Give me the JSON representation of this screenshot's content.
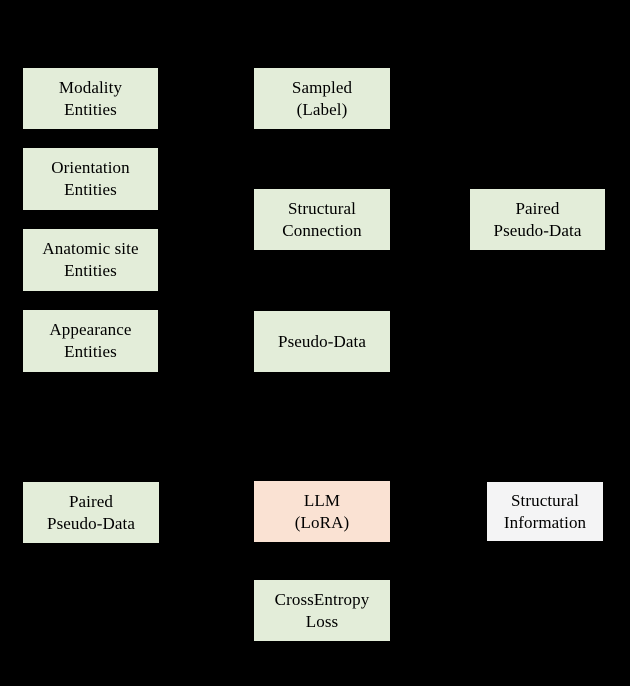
{
  "diagram": {
    "background_color": "#000000",
    "text_color": "#000000",
    "palette": {
      "green": "#e3edd9",
      "peach": "#fae2d3",
      "white": "#f4f4f5"
    },
    "nodes": [
      {
        "id": "modality-entities",
        "line1": "Modality",
        "line2": "Entities",
        "fill": "green"
      },
      {
        "id": "orientation-entities",
        "line1": "Orientation",
        "line2": "Entities",
        "fill": "green"
      },
      {
        "id": "anatomic-site-entities",
        "line1": "Anatomic site",
        "line2": "Entities",
        "fill": "green"
      },
      {
        "id": "appearance-entities",
        "line1": "Appearance",
        "line2": "Entities",
        "fill": "green"
      },
      {
        "id": "paired-pseudo-data-left",
        "line1": "Paired",
        "line2": "Pseudo-Data",
        "fill": "green"
      },
      {
        "id": "sampled-label",
        "line1": "Sampled",
        "line2": "(Label)",
        "fill": "green"
      },
      {
        "id": "structural-connection",
        "line1": "Structural",
        "line2": "Connection",
        "fill": "green"
      },
      {
        "id": "pseudo-data",
        "line1": "Pseudo-Data",
        "line2": "",
        "fill": "green"
      },
      {
        "id": "llm-lora",
        "line1": "LLM",
        "line2": "(LoRA)",
        "fill": "peach"
      },
      {
        "id": "cross-entropy-loss",
        "line1": "CrossEntropy",
        "line2": "Loss",
        "fill": "green"
      },
      {
        "id": "paired-pseudo-data-right",
        "line1": "Paired",
        "line2": "Pseudo-Data",
        "fill": "green"
      },
      {
        "id": "structural-information",
        "line1": "Structural",
        "line2": "Information",
        "fill": "white"
      }
    ]
  }
}
